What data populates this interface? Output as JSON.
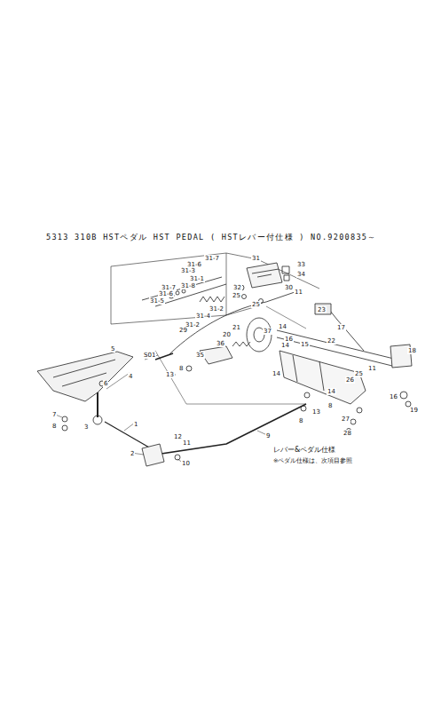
{
  "diagram": {
    "title": "5313 310B HSTペダル HST PEDAL ( HSTレバー付仕様 ) NO.9200835～",
    "labels": [
      "31-7",
      "31-6",
      "31-3",
      "31",
      "33",
      "34",
      "31-1",
      "31-8",
      "31-7",
      "31-6",
      "31-5",
      "31-2",
      "31-4",
      "31-2",
      "32",
      "30",
      "25",
      "25",
      "11",
      "23",
      "29",
      "14",
      "21",
      "20",
      "37",
      "16",
      "14",
      "17",
      "22",
      "36",
      "15",
      "35",
      "18",
      "S01",
      "13",
      "8",
      "14",
      "11",
      "4",
      "25",
      "26",
      "14",
      "5",
      "6",
      "16",
      "19",
      "13",
      "8",
      "8",
      "27",
      "7",
      "8",
      "3",
      "1",
      "28",
      "12",
      "9",
      "11",
      "2",
      "10",
      "レバー&ペダル仕様",
      "※ペダル仕様は、次項目参照"
    ]
  }
}
